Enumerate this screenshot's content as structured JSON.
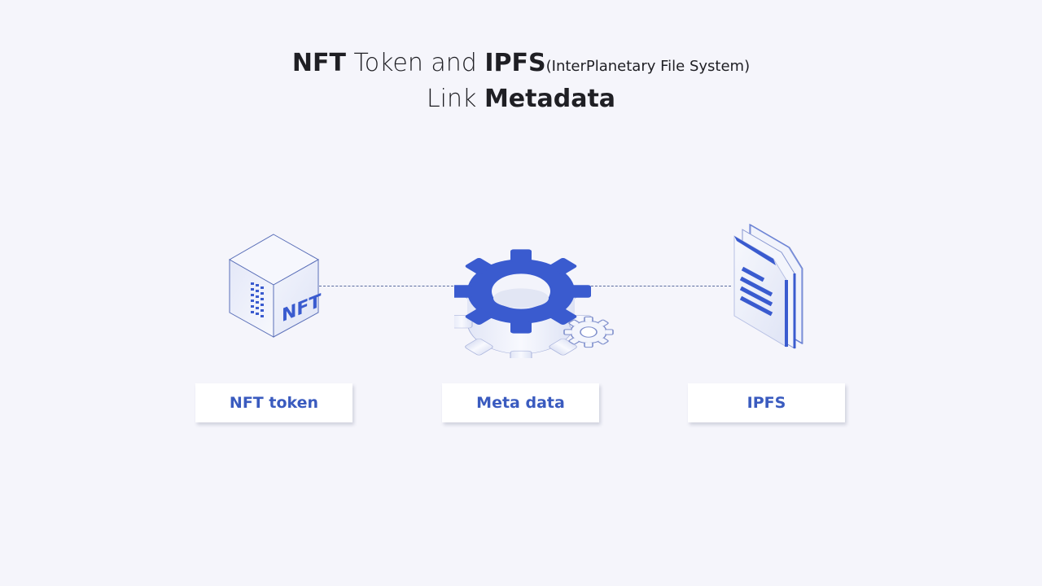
{
  "title": {
    "line1": {
      "nft": "NFT",
      "token_and": " Token and ",
      "ipfs": "IPFS",
      "expansion": "(InterPlanetary File System)"
    },
    "line2": {
      "link": "Link ",
      "metadata": "Metadata"
    }
  },
  "nodes": [
    {
      "label": "NFT token",
      "icon": "nft-cube-icon"
    },
    {
      "label": "Meta data",
      "icon": "gear-icon"
    },
    {
      "label": "IPFS",
      "icon": "document-stack-icon"
    }
  ],
  "icon_text": {
    "cube": "NFT"
  },
  "colors": {
    "background": "#f5f5fb",
    "accent_blue": "#3a5bcf",
    "title_text": "#1f1f24",
    "label_text": "#3a5bbf",
    "connector": "#5a6b9e"
  }
}
